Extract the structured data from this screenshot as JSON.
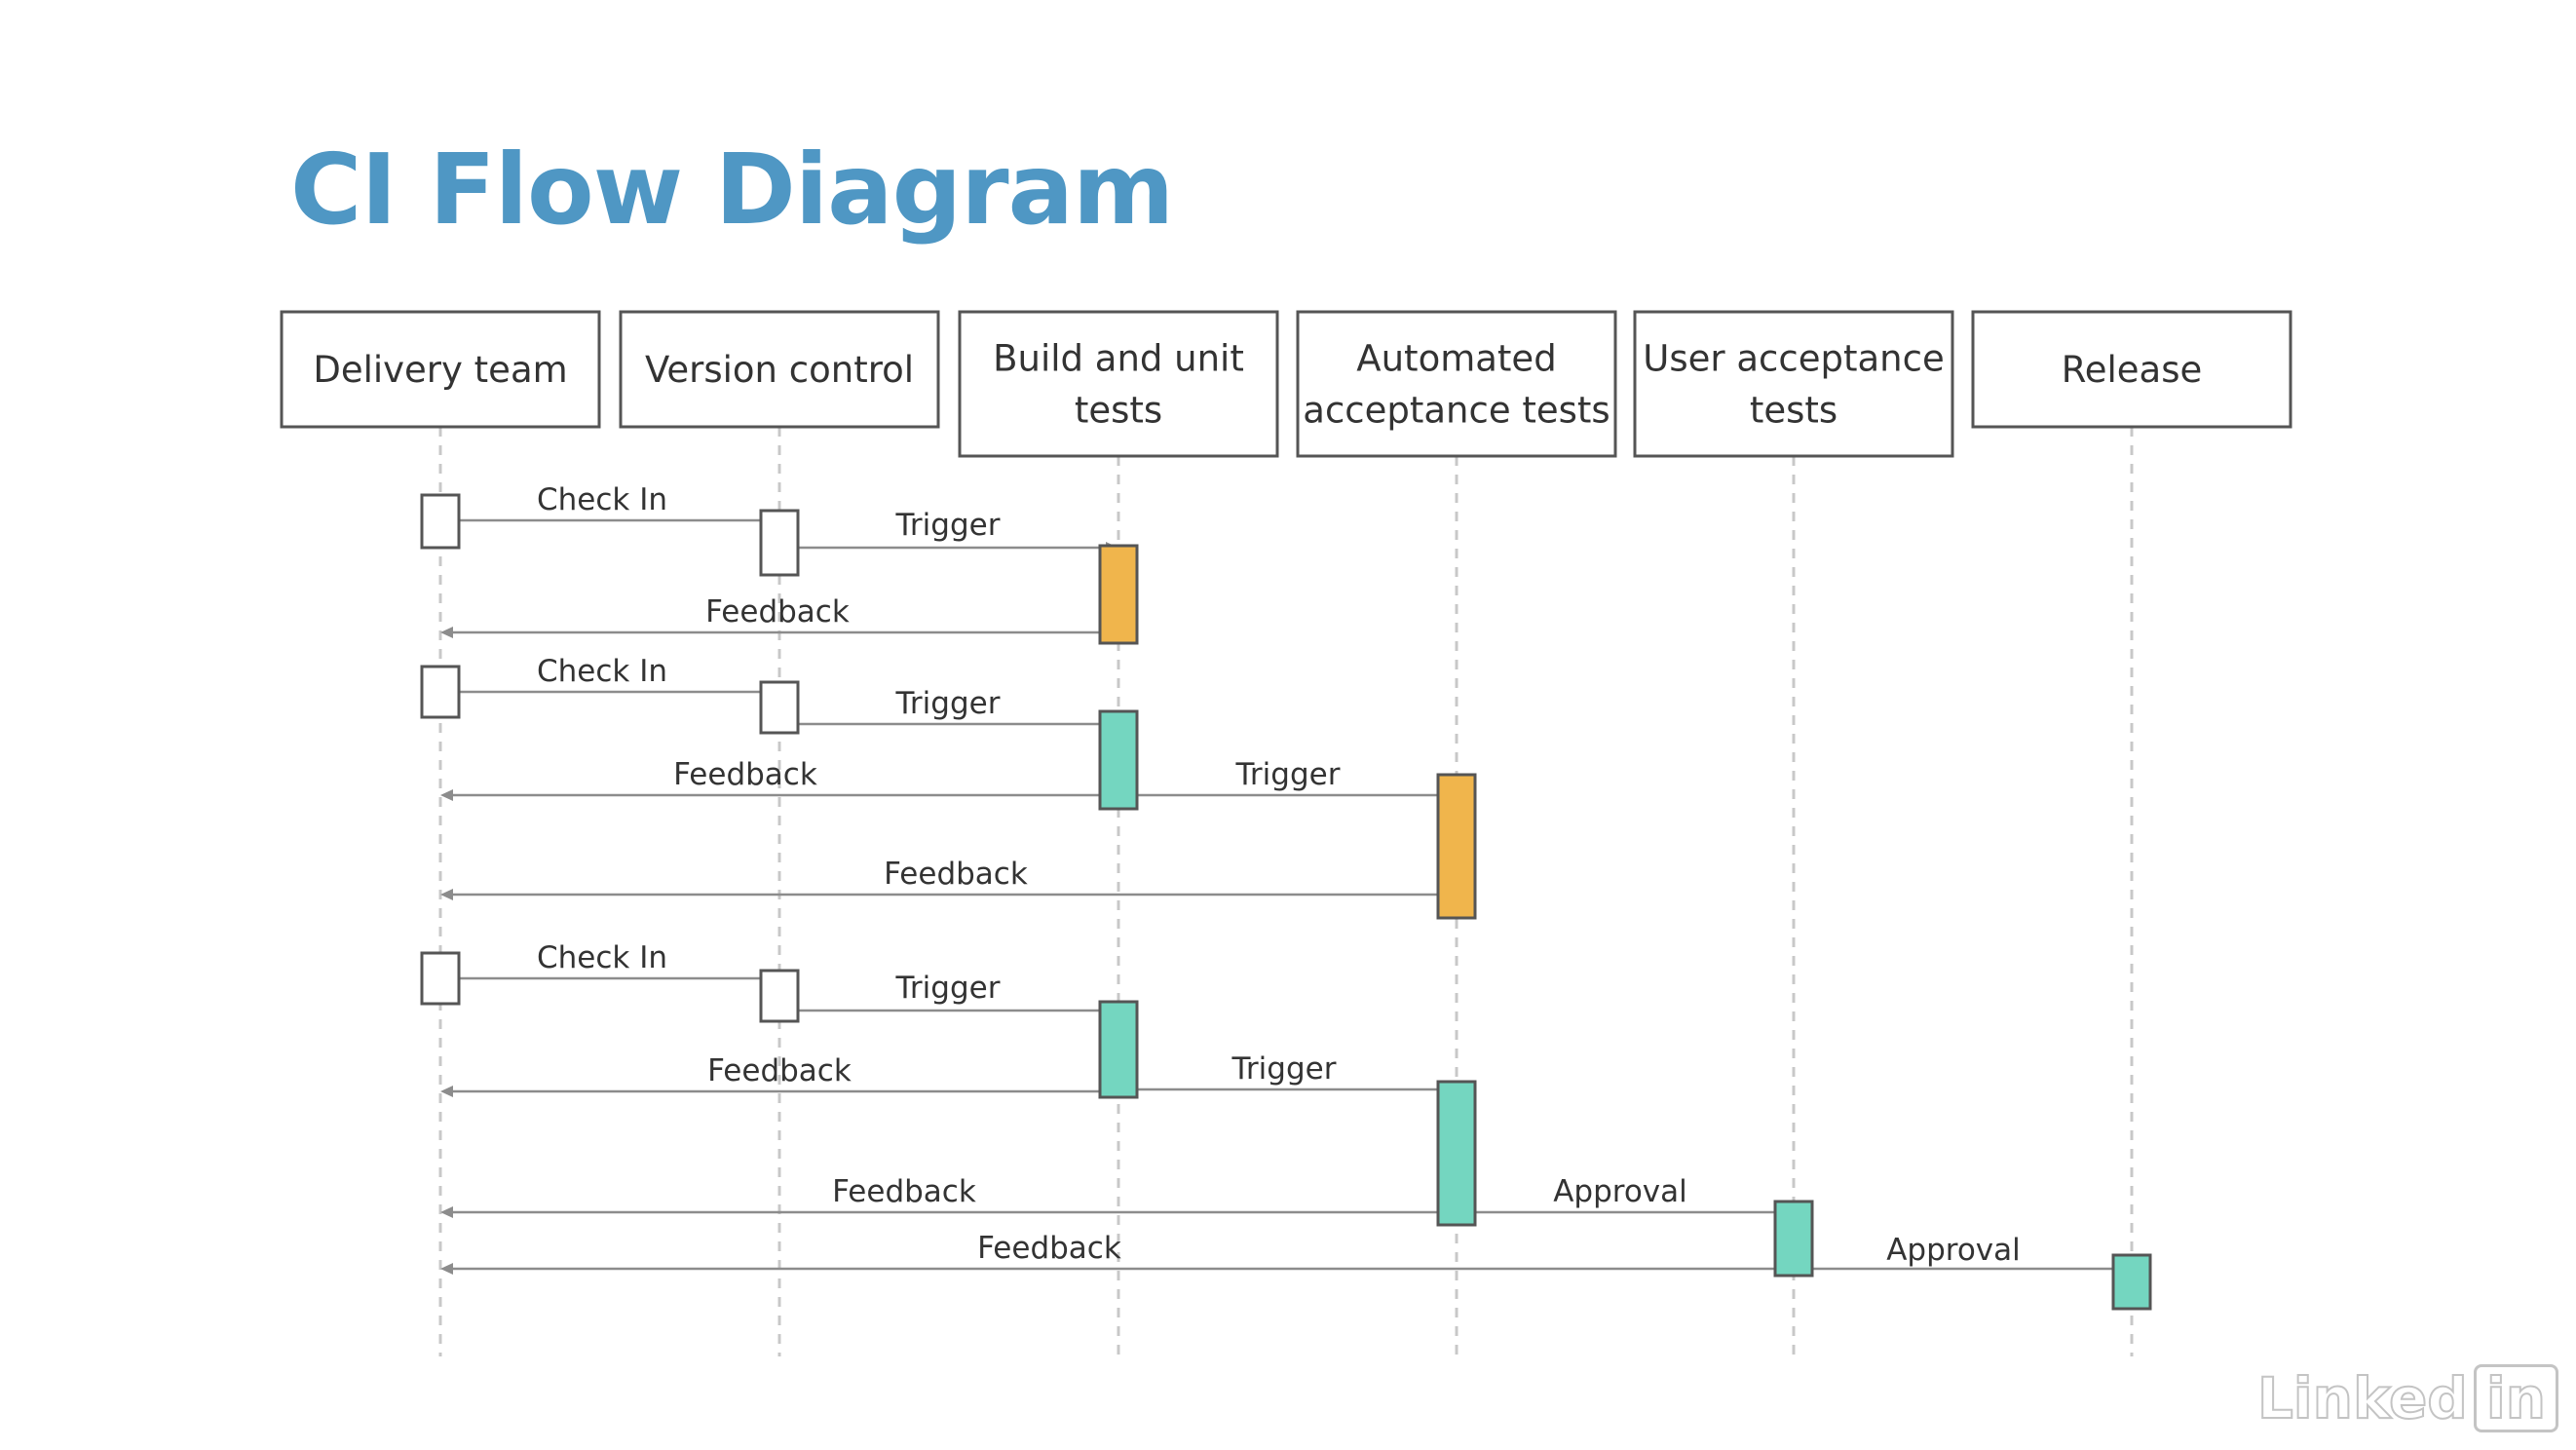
{
  "title": "CI Flow Diagram",
  "colors": {
    "title": "#4f97c4",
    "running": "#f0b54c",
    "pass": "#74d6c0",
    "empty": "#ffffff"
  },
  "lanes": [
    {
      "id": "delivery",
      "label": [
        "Delivery team"
      ]
    },
    {
      "id": "vcs",
      "label": [
        "Version control"
      ]
    },
    {
      "id": "build",
      "label": [
        "Build and unit",
        "tests"
      ]
    },
    {
      "id": "acceptance",
      "label": [
        "Automated",
        "acceptance tests"
      ]
    },
    {
      "id": "uat",
      "label": [
        "User acceptance",
        "tests"
      ]
    },
    {
      "id": "release",
      "label": [
        "Release"
      ]
    }
  ],
  "activations": [
    {
      "lane": "delivery",
      "state": "empty"
    },
    {
      "lane": "vcs",
      "state": "empty"
    },
    {
      "lane": "build",
      "state": "running"
    },
    {
      "lane": "delivery",
      "state": "empty"
    },
    {
      "lane": "vcs",
      "state": "empty"
    },
    {
      "lane": "build",
      "state": "pass"
    },
    {
      "lane": "acceptance",
      "state": "running"
    },
    {
      "lane": "delivery",
      "state": "empty"
    },
    {
      "lane": "vcs",
      "state": "empty"
    },
    {
      "lane": "build",
      "state": "pass"
    },
    {
      "lane": "acceptance",
      "state": "pass"
    },
    {
      "lane": "uat",
      "state": "pass"
    },
    {
      "lane": "release",
      "state": "pass"
    }
  ],
  "messages": [
    {
      "from": "delivery",
      "to": "vcs",
      "label": "Check In"
    },
    {
      "from": "vcs",
      "to": "build",
      "label": "Trigger"
    },
    {
      "from": "build",
      "to": "delivery",
      "label": "Feedback"
    },
    {
      "from": "delivery",
      "to": "vcs",
      "label": "Check In"
    },
    {
      "from": "vcs",
      "to": "build",
      "label": "Trigger"
    },
    {
      "from": "build",
      "to": "delivery",
      "label": "Feedback"
    },
    {
      "from": "build",
      "to": "acceptance",
      "label": "Trigger"
    },
    {
      "from": "acceptance",
      "to": "delivery",
      "label": "Feedback"
    },
    {
      "from": "delivery",
      "to": "vcs",
      "label": "Check In"
    },
    {
      "from": "vcs",
      "to": "build",
      "label": "Trigger"
    },
    {
      "from": "build",
      "to": "delivery",
      "label": "Feedback"
    },
    {
      "from": "build",
      "to": "acceptance",
      "label": "Trigger"
    },
    {
      "from": "acceptance",
      "to": "delivery",
      "label": "Feedback"
    },
    {
      "from": "acceptance",
      "to": "uat",
      "label": "Approval"
    },
    {
      "from": "uat",
      "to": "delivery",
      "label": "Feedback"
    },
    {
      "from": "uat",
      "to": "release",
      "label": "Approval"
    }
  ],
  "brand": {
    "text": "Linked",
    "box": "in"
  }
}
